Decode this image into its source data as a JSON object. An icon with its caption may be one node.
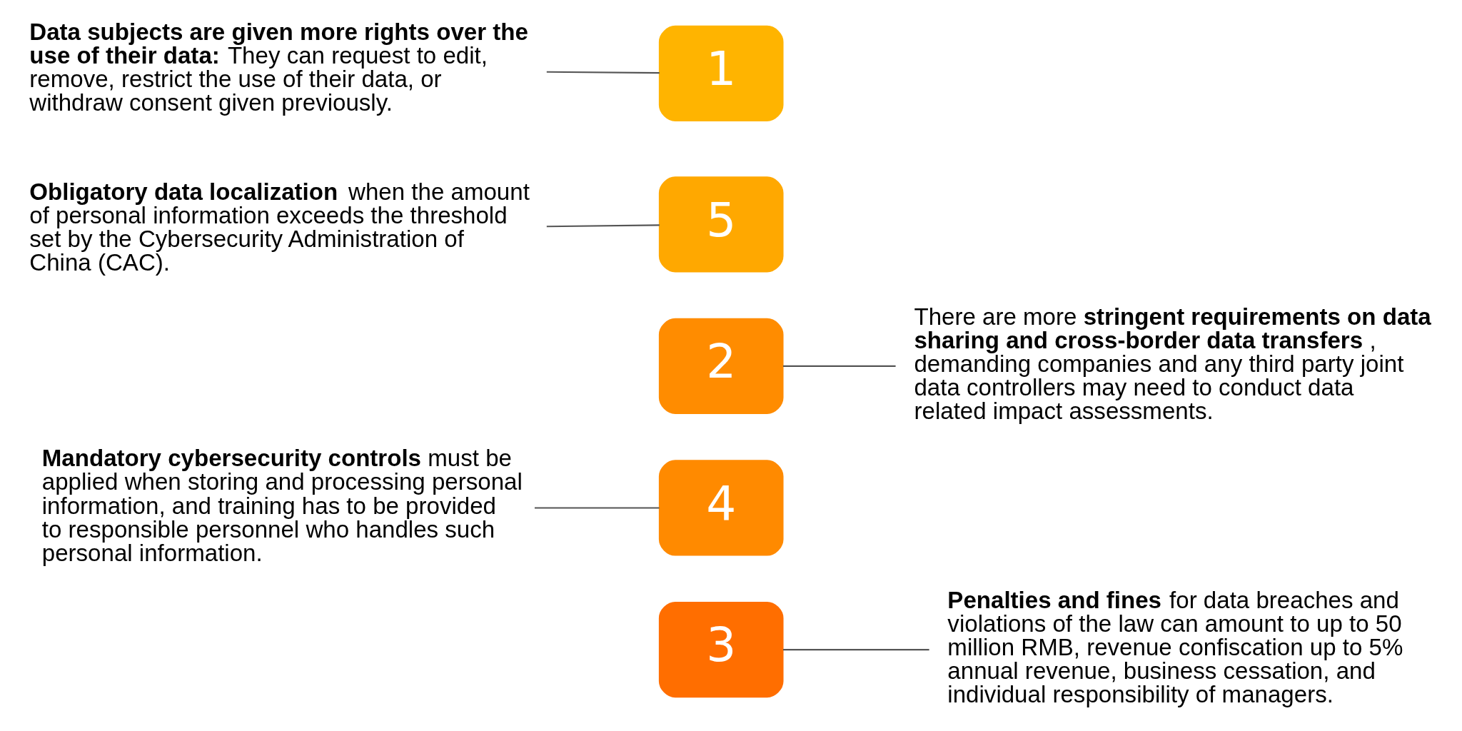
{
  "diagram": {
    "nodes": [
      {
        "text": [
          "1"
        ]
      },
      {
        "text": [
          "2"
        ]
      },
      {
        "text": [
          "3"
        ]
      },
      {
        "text": [
          "4"
        ]
      },
      {
        "text": [
          "5"
        ]
      },
      {
        "text": [
          "**Data subjects are given more rights over the use of their data:** They can request to edit, remove, restrict the use of their data, or withdraw consent given previously."
        ]
      },
      {
        "text": [
          "There are more **stringent requirements on data sharing and cross-border data transfers**, demanding companies and any third party joint data controllers may need to conduct data related impact assessments."
        ]
      },
      {
        "text": [
          "**Penalties and fines** for data breaches and violations of the law can amount to up to 50 million RMB, revenue confiscation up to 5% annual revenue, business cessation, and individual responsibility of managers."
        ]
      },
      {
        "text": [
          "**Mandatory cybersecurity controls** must be applied when storing and processing personal information, and training has to be provided to responsible personnel who handles such personal information."
        ]
      },
      {
        "text": [
          "**Obligatory data localization** when the amount of personal information exceeds the threshold set by the Cybersecurity Administration of China (CAC)."
        ]
      }
    ],
    "edges": [
      {
        "from": 5,
        "to": 0,
        "arrow": "none"
      },
      {
        "from": 1,
        "to": 6,
        "arrow": "none"
      },
      {
        "from": 2,
        "to": 7,
        "arrow": "none"
      },
      {
        "from": 8,
        "to": 3,
        "arrow": "none"
      },
      {
        "from": 9,
        "to": 4,
        "arrow": "none"
      }
    ]
  }
}
